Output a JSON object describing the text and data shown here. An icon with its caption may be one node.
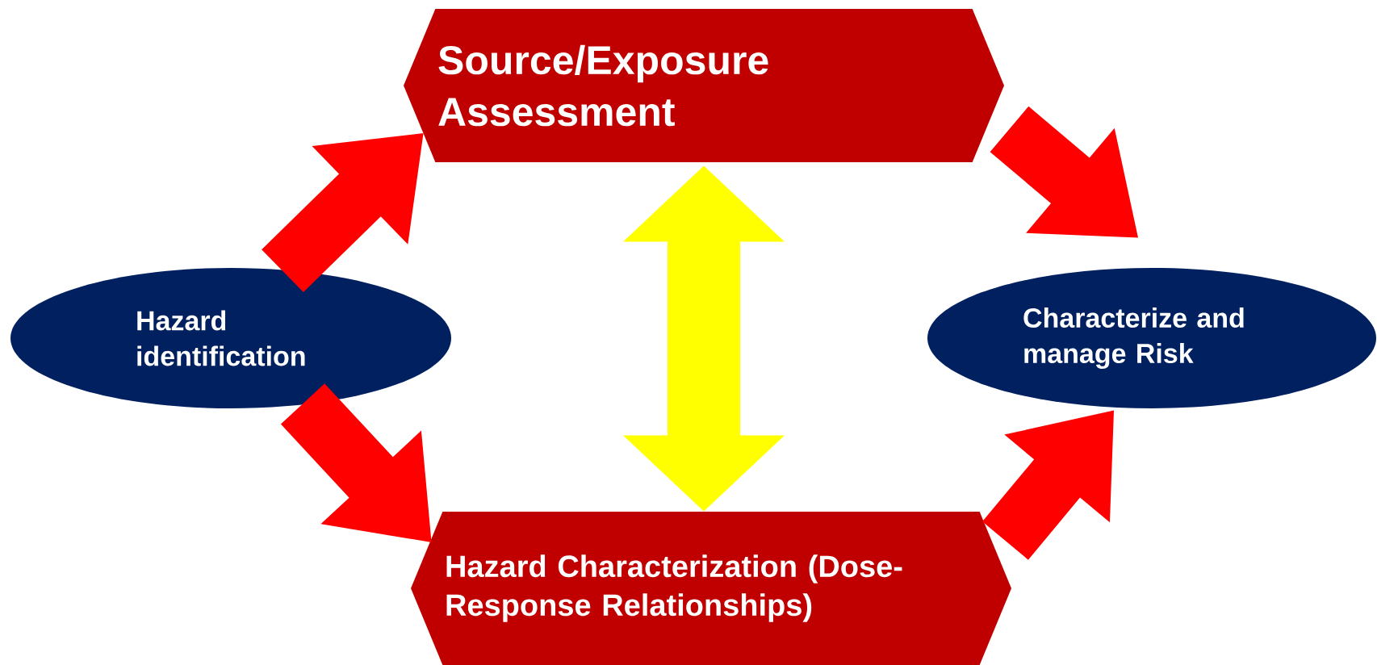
{
  "diagram": {
    "nodes": [
      {
        "text": [
          "Hazard identification"
        ]
      },
      {
        "text": [
          "Source/Exposure Assessment"
        ]
      },
      {
        "text": [
          "Hazard Characterization (Dose-Response Relationships)"
        ]
      },
      {
        "text": [
          "Characterize and manage Risk"
        ]
      }
    ],
    "edges": [
      {
        "from": 0,
        "to": 1,
        "arrow": "to"
      },
      {
        "from": 1,
        "to": 3,
        "arrow": "to"
      },
      {
        "from": 0,
        "to": 2,
        "arrow": "to"
      },
      {
        "from": 2,
        "to": 3,
        "arrow": "to"
      },
      {
        "from": 1,
        "to": 2,
        "arrow": "both",
        "color": "#ffff00"
      }
    ]
  }
}
